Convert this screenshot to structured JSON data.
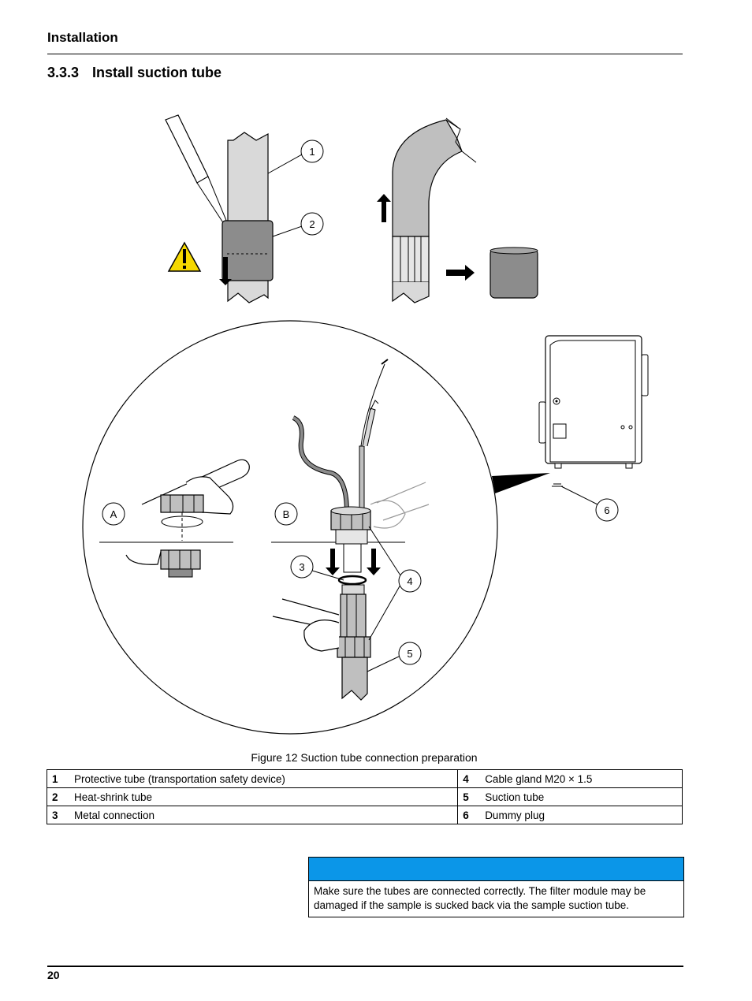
{
  "header": {
    "title": "Installation"
  },
  "section": {
    "number": "3.3.3",
    "title": "Install suction tube"
  },
  "figure": {
    "callouts": [
      "1",
      "2",
      "3",
      "4",
      "5",
      "6"
    ],
    "views": [
      "A",
      "B"
    ],
    "caption": "Figure 12 Suction tube connection preparation"
  },
  "legend": {
    "rows": [
      {
        "n1": "1",
        "t1": "Protective tube (transportation safety device)",
        "n2": "4",
        "t2": "Cable gland M20 × 1.5"
      },
      {
        "n1": "2",
        "t1": "Heat-shrink tube",
        "n2": "5",
        "t2": "Suction tube"
      },
      {
        "n1": "3",
        "t1": "Metal connection",
        "n2": "6",
        "t2": "Dummy plug"
      }
    ]
  },
  "notice": {
    "header_color": "#0b96e8",
    "text": "Make sure the tubes are connected correctly. The filter module may be damaged if the sample is sucked back via the sample suction tube."
  },
  "footer": {
    "page_number": "20"
  }
}
